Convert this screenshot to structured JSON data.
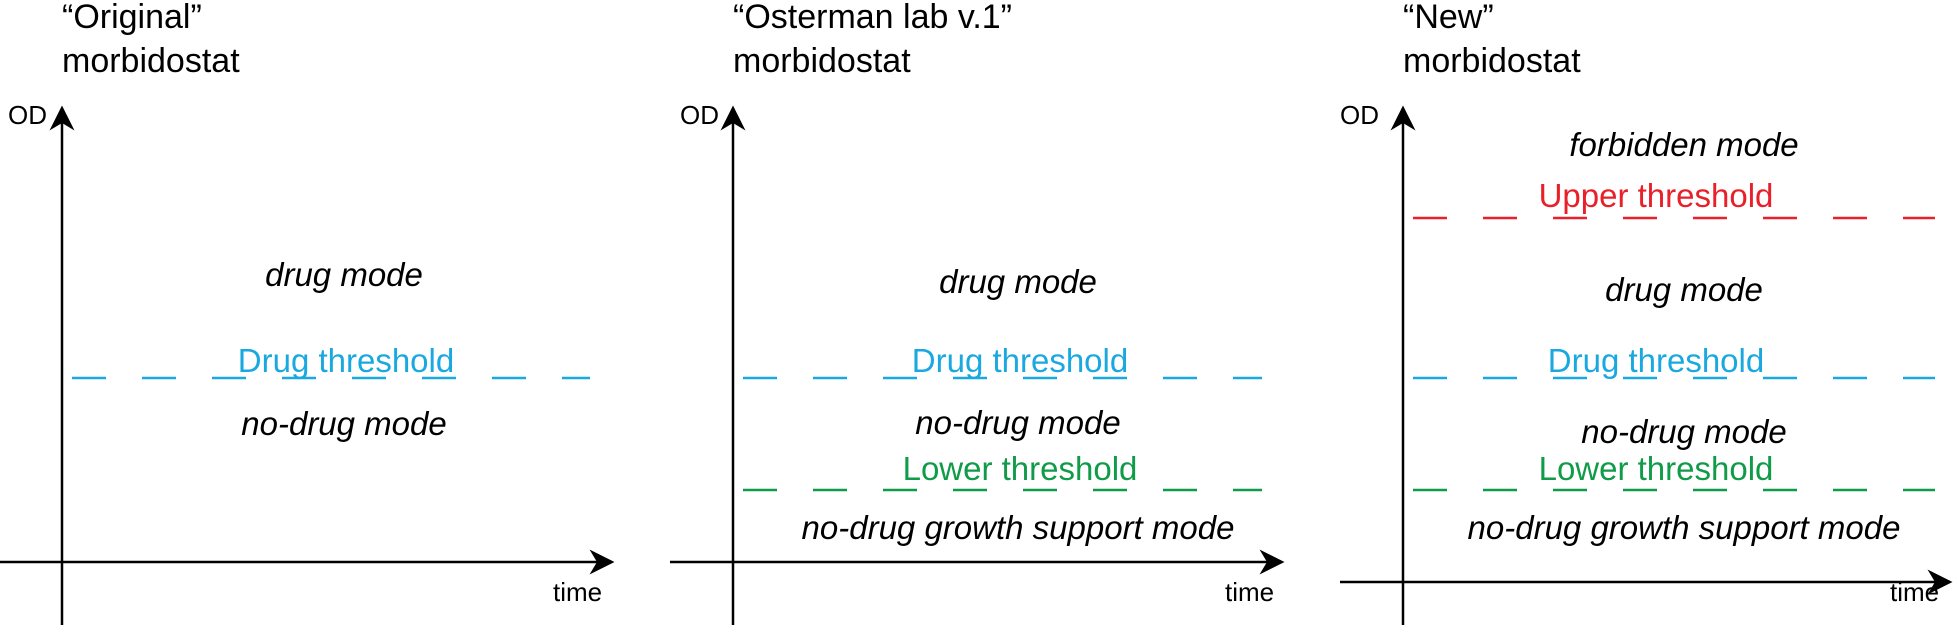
{
  "colors": {
    "drug_threshold": "#1aa8e0",
    "lower_threshold": "#0f9b48",
    "upper_threshold": "#e8202a",
    "axis": "#000000"
  },
  "panels": [
    {
      "title_line1": "“Original”",
      "title_line2": "morbidostat",
      "y_axis_label": "OD",
      "x_axis_label": "time",
      "modes": {
        "forbidden": "",
        "drug": "drug mode",
        "no_drug": "no-drug mode",
        "growth_support": ""
      },
      "thresholds": {
        "upper": "",
        "drug": "Drug threshold",
        "lower": ""
      }
    },
    {
      "title_line1": "“Osterman lab v.1”",
      "title_line2": "morbidostat",
      "y_axis_label": "OD",
      "x_axis_label": "time",
      "modes": {
        "forbidden": "",
        "drug": "drug mode",
        "no_drug": "no-drug mode",
        "growth_support": "no-drug growth support mode"
      },
      "thresholds": {
        "upper": "",
        "drug": "Drug threshold",
        "lower": "Lower threshold"
      }
    },
    {
      "title_line1": "“New”",
      "title_line2": "morbidostat",
      "y_axis_label": "OD",
      "x_axis_label": "time",
      "modes": {
        "forbidden": "forbidden mode",
        "drug": "drug mode",
        "no_drug": "no-drug mode",
        "growth_support": "no-drug growth support mode"
      },
      "thresholds": {
        "upper": "Upper threshold",
        "drug": "Drug threshold",
        "lower": "Lower threshold"
      }
    }
  ]
}
